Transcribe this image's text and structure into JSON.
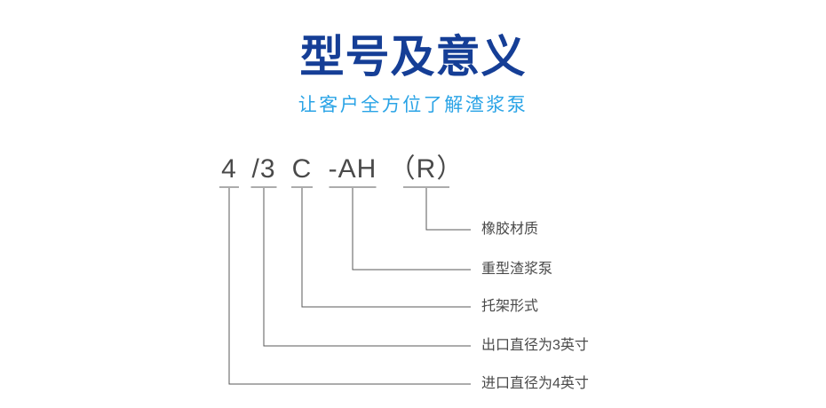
{
  "header": {
    "title": "型号及意义",
    "subtitle": "让客户全方位了解渣浆泵",
    "title_color": "#153e96",
    "subtitle_color": "#29a3e6"
  },
  "diagram": {
    "model_code": "4/3C-AH（R）",
    "parts": [
      {
        "code": "4",
        "meaning": "进口直径为4英寸"
      },
      {
        "code": "/3",
        "meaning": "出口直径为3英寸"
      },
      {
        "code": "C",
        "meaning": "托架形式"
      },
      {
        "code": "-AH",
        "meaning": "重型渣浆泵"
      },
      {
        "code": "（R）",
        "meaning": "橡胶材质"
      }
    ],
    "line_color": "#595959",
    "text_color": "#4a4a4a"
  }
}
